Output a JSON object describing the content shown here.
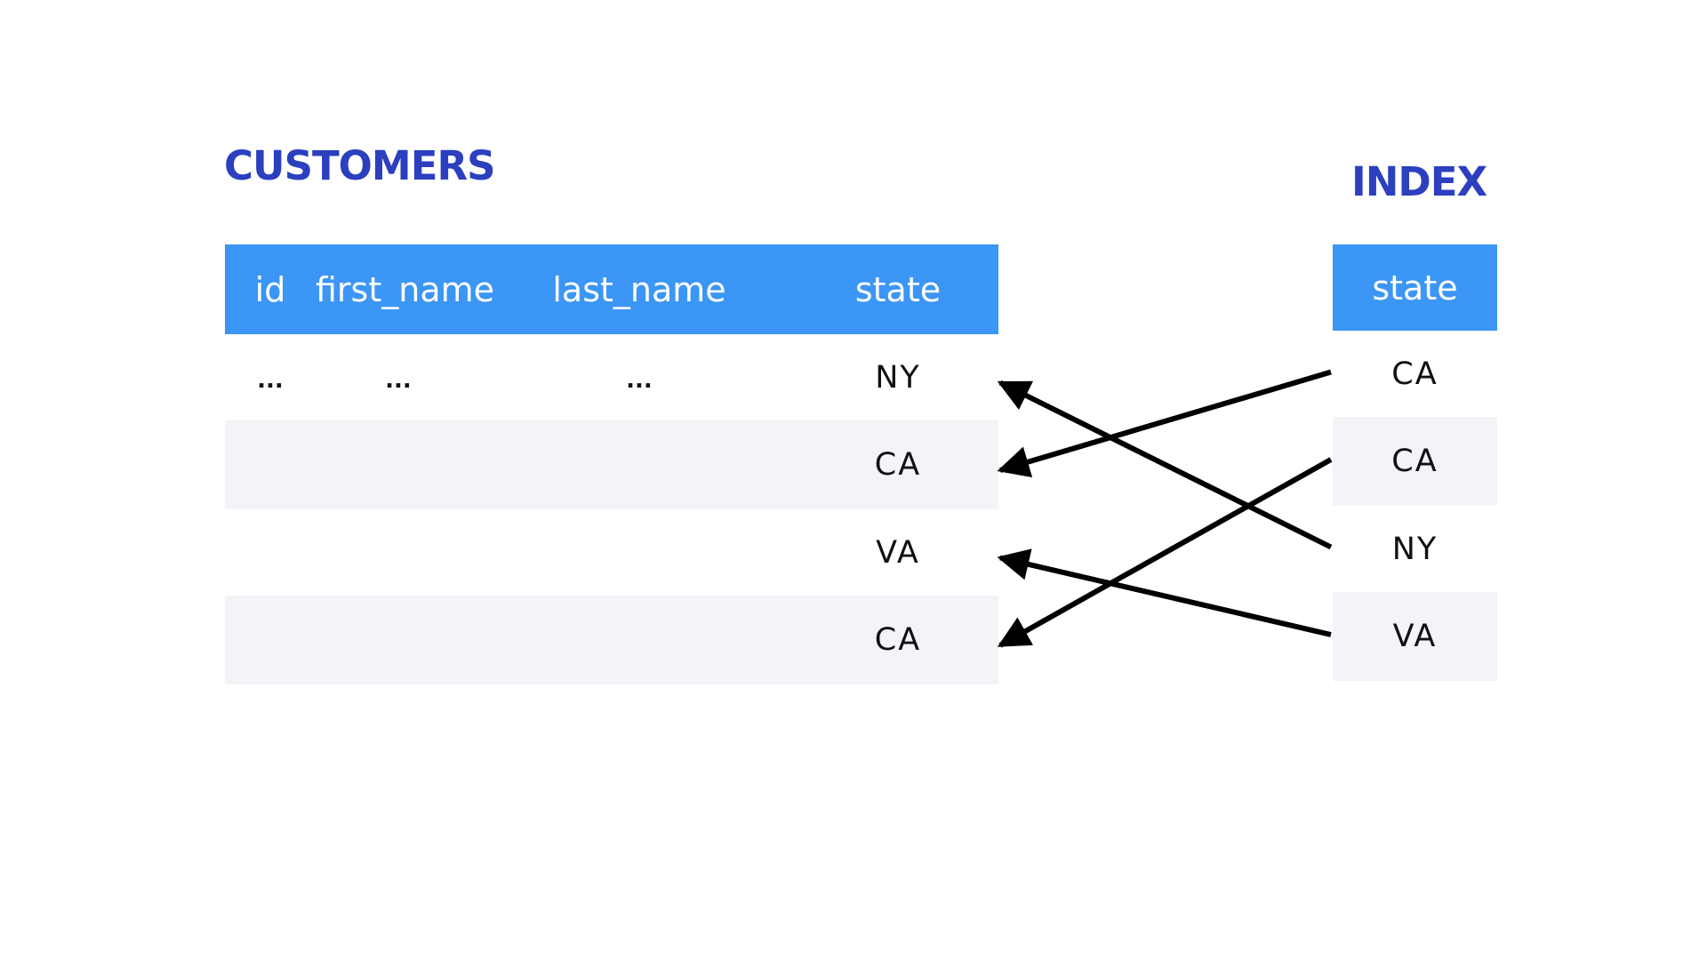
{
  "colors": {
    "title": "#2B3FBF",
    "header_bg": "#3B96F5",
    "alt_row_bg": "#F3F4F8",
    "arrow": "#000000"
  },
  "customers": {
    "title": "CUSTOMERS",
    "columns": [
      "id",
      "first_name",
      "last_name",
      "state"
    ],
    "rows": [
      [
        "...",
        "...",
        "...",
        "NY"
      ],
      [
        "",
        "",
        "",
        "CA"
      ],
      [
        "",
        "",
        "",
        "VA"
      ],
      [
        "",
        "",
        "",
        "CA"
      ]
    ]
  },
  "index": {
    "title": "INDEX",
    "columns": [
      "state"
    ],
    "rows": [
      [
        "CA"
      ],
      [
        "CA"
      ],
      [
        "NY"
      ],
      [
        "VA"
      ]
    ]
  },
  "pointers": [
    {
      "from_index_row": 0,
      "to_customer_row": 1
    },
    {
      "from_index_row": 1,
      "to_customer_row": 3
    },
    {
      "from_index_row": 2,
      "to_customer_row": 0
    },
    {
      "from_index_row": 3,
      "to_customer_row": 2
    }
  ]
}
